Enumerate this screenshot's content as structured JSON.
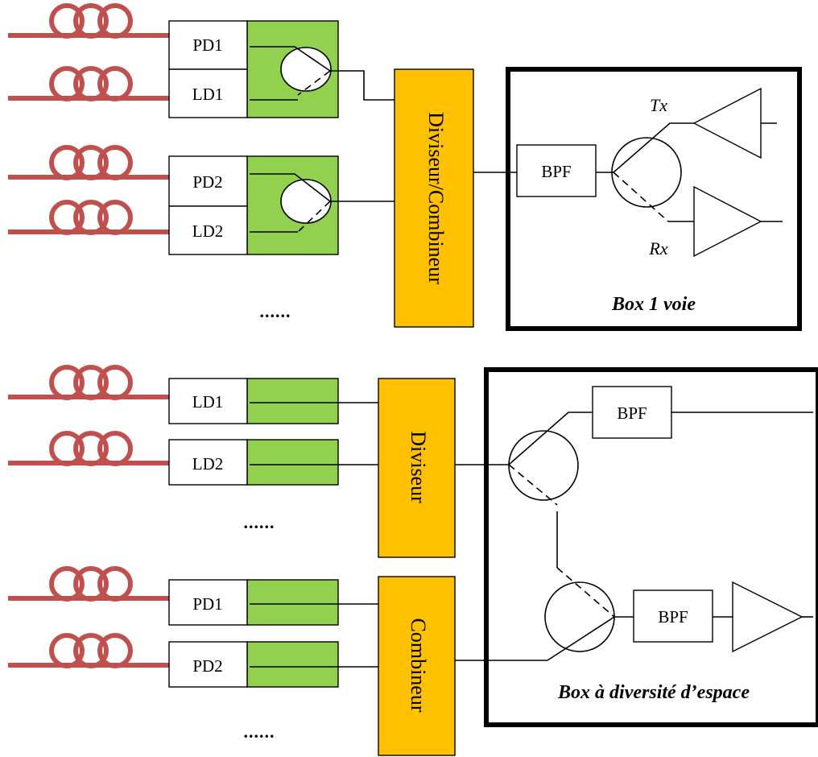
{
  "top": {
    "pd1": "PD1",
    "ld1": "LD1",
    "pd2": "PD2",
    "ld2": "LD2",
    "splitter": "Diviseur/Combineur",
    "bpf": "BPF",
    "tx": "Tx",
    "rx": "Rx",
    "box_title": "Box 1 voie",
    "ellipsis": "......"
  },
  "bottom": {
    "ld1": "LD1",
    "ld2": "LD2",
    "pd1": "PD1",
    "pd2": "PD2",
    "divider": "Diviseur",
    "combiner": "Combineur",
    "bpf_top": "BPF",
    "bpf_bottom": "BPF",
    "box_title": "Box à diversité d’espace",
    "ellipsis_1": "......",
    "ellipsis_2": "......"
  },
  "colors": {
    "fiber": "#c0504d",
    "module": "#92d050",
    "splitter": "#ffc000"
  }
}
